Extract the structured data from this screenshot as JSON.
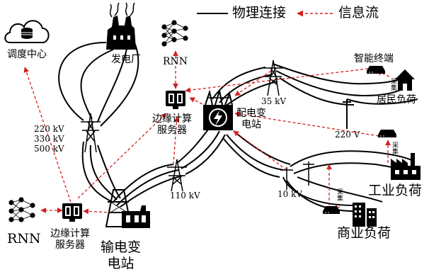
{
  "legend": {
    "physical": "物理连接",
    "info": "信息流"
  },
  "nodes": {
    "dispatch_center": "调度中心",
    "power_plant": "发电厂",
    "rnn_top": "RNN",
    "rnn_bottom": "RNN",
    "edge_server_top": "边缘计算\n服务器",
    "edge_server_bottom": "边缘计算\n服务器",
    "distribution_substation": "配电变\n电站",
    "transmission_substation": "输电变\n电站",
    "smart_terminal": "智能终端",
    "residential_load": "居民负荷",
    "industrial_load": "工业负荷",
    "commercial_load": "商业负荷",
    "collect_1": "采集",
    "collect_2": "采集",
    "collect_3": "采集"
  },
  "voltages": {
    "v220_330_500": [
      "220 kV",
      "330 kV",
      "500 kV"
    ],
    "v110": "110 kV",
    "v35": "35 kV",
    "v10": "10 kV",
    "v220": "220 V"
  },
  "colors": {
    "physical_line": "#000000",
    "info_flow": "#d62020"
  }
}
